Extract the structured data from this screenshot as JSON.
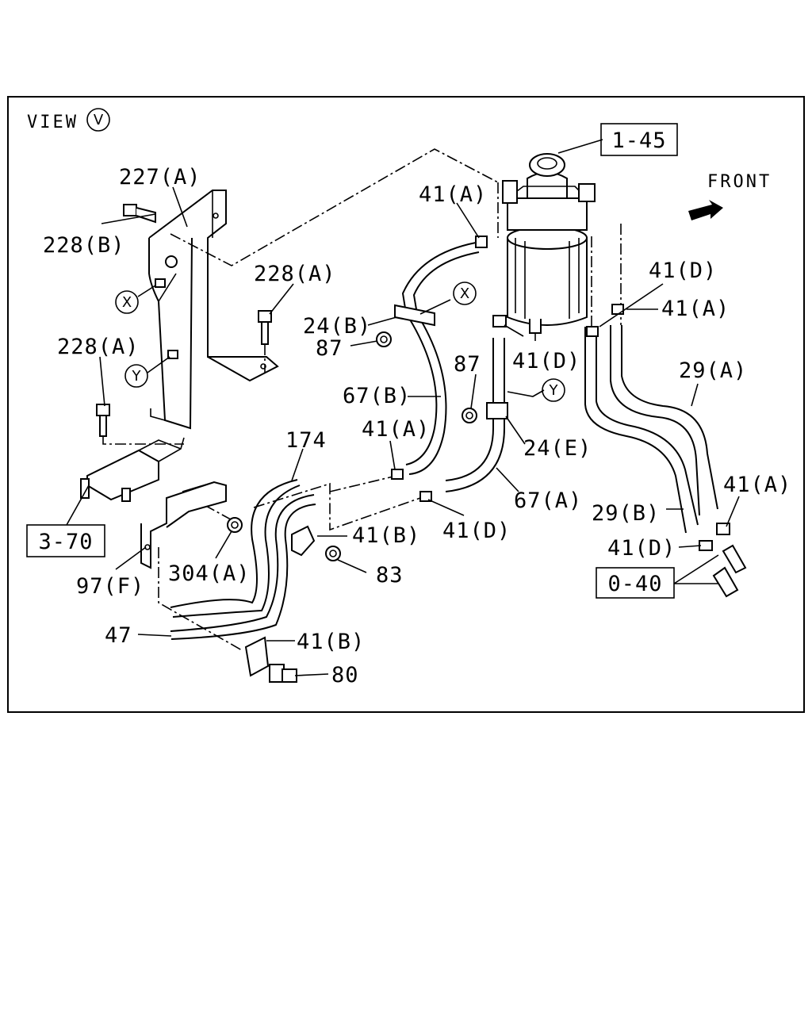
{
  "view": {
    "word": "VIEW",
    "mark": "V"
  },
  "front_label": "FRONT",
  "ref_boxes": {
    "filter": "1-45",
    "bracket": "3-70",
    "hoses": "0-40"
  },
  "labels": {
    "l227a": "227(A)",
    "l228b": "228(B)",
    "l228a_top": "228(A)",
    "l228a_left": "228(A)",
    "l24b": "24(B)",
    "l87_left": "87",
    "l87_mid": "87",
    "l67b": "67(B)",
    "l41a_top": "41(A)",
    "l41a_mid": "41(A)",
    "l41a_right": "41(A)",
    "l41a_far": "41(A)",
    "l41d_top": "41(D)",
    "l41d_mid": "41(D)",
    "l41d_low": "41(D)",
    "l41d_bottom": "41(D)",
    "l29a": "29(A)",
    "l29b": "29(B)",
    "l24e": "24(E)",
    "l67a": "67(A)",
    "l174": "174",
    "l41b_mid": "41(B)",
    "l41b_low": "41(B)",
    "l83": "83",
    "l304a": "304(A)",
    "l97f": "97(F)",
    "l47": "47",
    "l80": "80"
  },
  "callouts": {
    "x_left": "X",
    "y_left": "Y",
    "x_right": "X",
    "y_right": "Y"
  }
}
